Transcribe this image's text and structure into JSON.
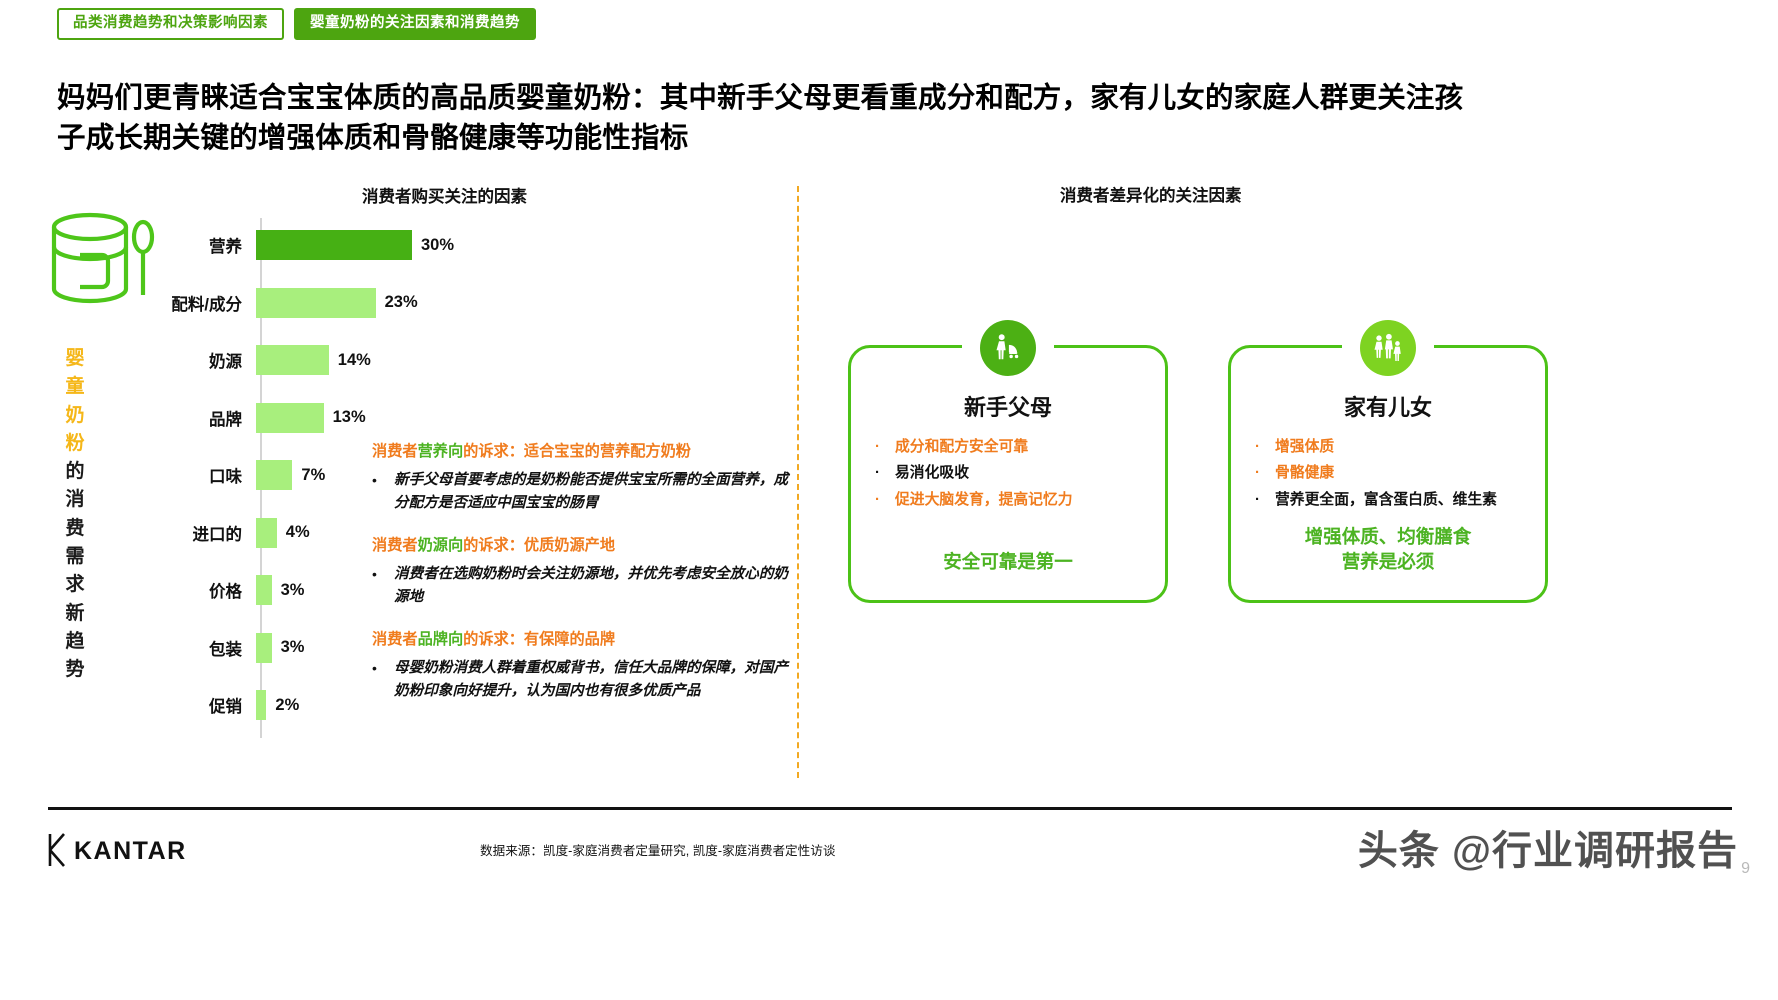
{
  "tabs": [
    {
      "label": "品类消费趋势和决策影响因素",
      "active": false
    },
    {
      "label": "婴童奶粉的关注因素和消费趋势",
      "active": true
    }
  ],
  "headline": "妈妈们更青睐适合宝宝体质的高品质婴童奶粉：其中新手父母更看重成分和配方，家有儿女的家庭人群更关注孩子成长期关键的增强体质和骨骼健康等功能性指标",
  "sidebar": {
    "icon": "milk-powder-jar-spoon-icon",
    "label_highlight": "婴童奶粉",
    "label_rest": "的消费需求新趋势"
  },
  "sections": {
    "left_title": "消费者购买关注的因素",
    "right_title": "消费者差异化的关注因素"
  },
  "chart_data": {
    "type": "bar",
    "title": "消费者购买关注的因素",
    "orientation": "horizontal",
    "categories": [
      "营养",
      "配料/成分",
      "奶源",
      "品牌",
      "口味",
      "进口的",
      "价格",
      "包装",
      "促销"
    ],
    "values": [
      30,
      23,
      14,
      13,
      7,
      4,
      3,
      3,
      2
    ],
    "labels": [
      "30%",
      "23%",
      "14%",
      "13%",
      "7%",
      "4%",
      "3%",
      "3%",
      "2%"
    ],
    "xlabel": "",
    "ylabel": "",
    "xlim": [
      0,
      30
    ],
    "grid": false,
    "legend": "none",
    "colors": {
      "highlight": "#46b014",
      "normal": "#a8ef7d"
    }
  },
  "callouts": [
    {
      "head_pre": "消费者",
      "head_green": "营养向",
      "head_post": "的诉求：适合宝宝的营养配方奶粉",
      "body": "新手父母首要考虑的是奶粉能否提供宝宝所需的全面营养，成分配方是否适应中国宝宝的肠胃"
    },
    {
      "head_pre": "消费者",
      "head_green": "奶源向",
      "head_post": "的诉求：优质奶源产地",
      "body": "消费者在选购奶粉时会关注奶源地，并优先考虑安全放心的奶源地"
    },
    {
      "head_pre": "消费者",
      "head_green": "品牌向",
      "head_post": "的诉求：有保障的品牌",
      "body": "母婴奶粉消费人群着重权威背书，信任大品牌的保障，对国产奶粉印象向好提升，认为国内也有很多优质产品"
    }
  ],
  "cards": [
    {
      "icon": "mother-stroller-icon",
      "title": "新手父母",
      "bullets": [
        {
          "text": "成分和配方安全可靠",
          "color": "orange"
        },
        {
          "text": "易消化吸收",
          "color": "black"
        },
        {
          "text": "促进大脑发育，提高记忆力",
          "color": "orange"
        }
      ],
      "footer": "安全可靠是第一"
    },
    {
      "icon": "family-children-icon",
      "title": "家有儿女",
      "bullets": [
        {
          "text": "增强体质",
          "color": "orange"
        },
        {
          "text": "骨骼健康",
          "color": "orange"
        },
        {
          "text": "营养更全面，富含蛋白质、维生素",
          "color": "black"
        }
      ],
      "footer": "增强体质、均衡膳食\n营养是必须"
    }
  ],
  "footer": {
    "brand": "KANTAR",
    "source": "数据来源：凯度-家庭消费者定量研究, 凯度-家庭消费者定性访谈",
    "watermark": "头条 @行业调研报告",
    "page": "9"
  },
  "colors": {
    "green": "#4da510",
    "light_green": "#a8ef7d",
    "dark_green": "#46b014",
    "orange": "#f07c1e",
    "yellow": "#f5b719",
    "dashed": "#f2a922"
  }
}
